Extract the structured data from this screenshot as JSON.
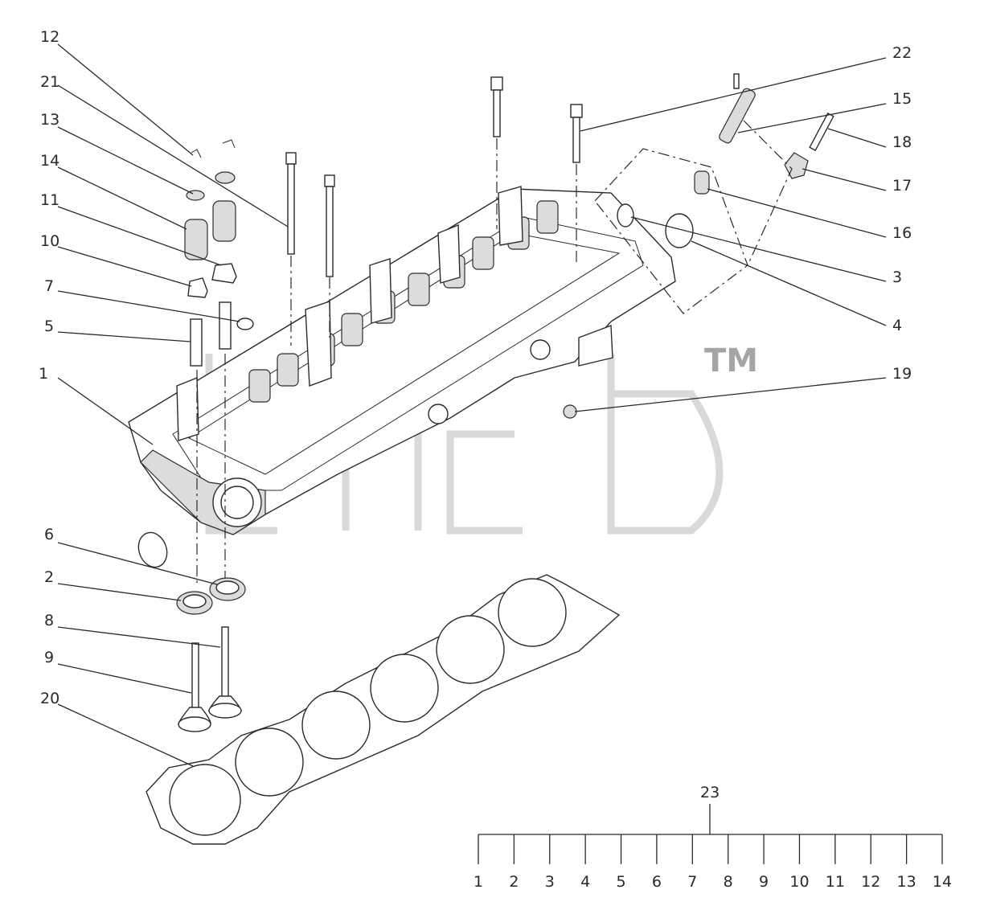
{
  "diagram": {
    "watermark_tm": "TM",
    "labels": {
      "12": "12",
      "21": "21",
      "13": "13",
      "14": "14",
      "11": "11",
      "10": "10",
      "7": "7",
      "5": "5",
      "1": "1",
      "6": "6",
      "2": "2",
      "8": "8",
      "9": "9",
      "20": "20",
      "22": "22",
      "15": "15",
      "18": "18",
      "17": "17",
      "16": "16",
      "3": "3",
      "4": "4",
      "19": "19",
      "23": "23"
    },
    "kit_scale": {
      "label": "23",
      "ticks": [
        "1",
        "2",
        "3",
        "4",
        "5",
        "6",
        "7",
        "8",
        "9",
        "10",
        "11",
        "12",
        "13",
        "14"
      ]
    }
  }
}
